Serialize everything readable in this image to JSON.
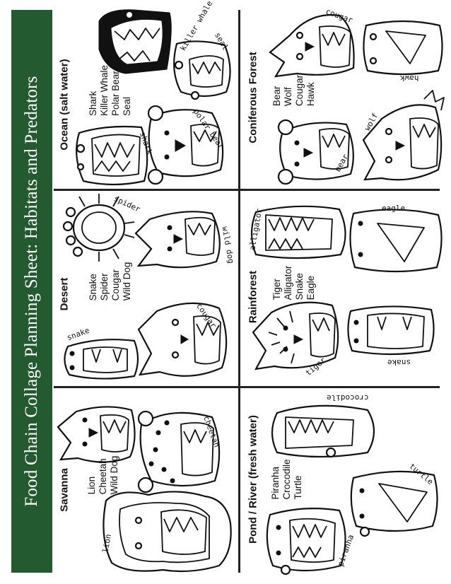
{
  "title": "Food Chain Collage Planning Sheet:  Habitats and Predators",
  "sections": {
    "ocean": {
      "heading": "Ocean (salt water)",
      "animals": [
        "Shark",
        "Killer Whale",
        "Polar Bear",
        "Seal"
      ]
    },
    "desert": {
      "heading": "Desert",
      "animals": [
        "Snake",
        "Spider",
        "Cougar",
        "Wild Dog"
      ]
    },
    "savanna": {
      "heading": "Savanna",
      "animals": [
        "Lion",
        "Cheetah",
        "Wild Dog"
      ]
    },
    "coniferous": {
      "heading": "Coniferous Forest",
      "animals": [
        "Bear",
        "Wolf",
        "Cougar",
        "Hawk"
      ]
    },
    "rainforest": {
      "heading": "Rainforest",
      "animals": [
        "Tiger",
        "Alligator",
        "Snake",
        "Eagle"
      ]
    },
    "pond": {
      "heading": "Pond / River (fresh water)",
      "animals": [
        "Piranha",
        "Crocodile",
        "Turtle"
      ]
    }
  },
  "drawing_labels": {
    "killer_whale": "killer whale",
    "seal": "seal",
    "shark": "shark",
    "polar_bear": "polar bear",
    "spider": "spider",
    "wild_dog_desert": "wild dog",
    "snake_desert": "snake",
    "cougar_desert": "cougar",
    "cheetah": "cheetah",
    "lion": "lion",
    "cougar_forest": "cougar",
    "hawk": "hawk",
    "bear": "bear",
    "wolf": "wolf",
    "alligator": "alligator",
    "eagle": "eagle",
    "tiger": "tiger",
    "snake_rainforest": "snake",
    "crocodile": "crocodile",
    "turtle": "turtle",
    "piranha": "piranha"
  }
}
